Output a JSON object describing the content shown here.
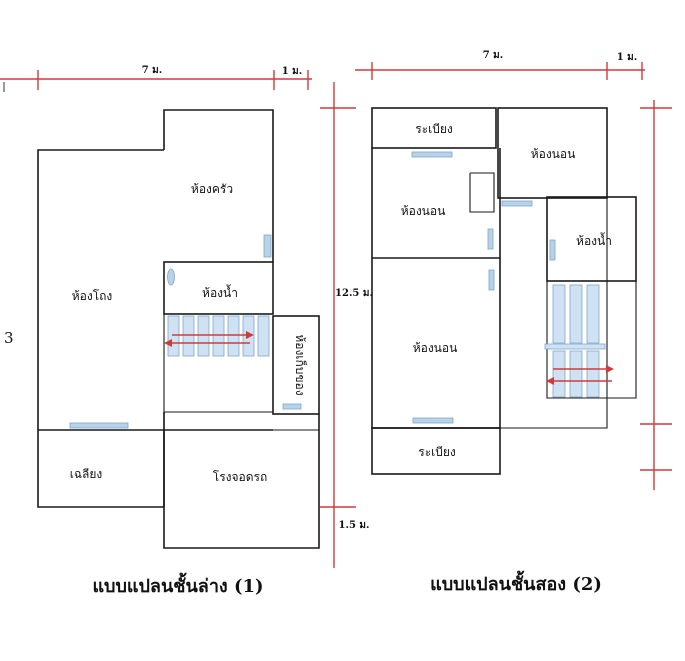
{
  "ground_floor": {
    "caption": "แบบแปลนชั้นล่าง (1)",
    "rooms": {
      "kitchen": "ห้องครัว",
      "living": "ห้องโถง",
      "bathroom": "ห้องน้ำ",
      "storage": "ห้องเก็บของ",
      "porch": "เฉลียง",
      "garage": "โรงจอดรถ"
    },
    "dims": {
      "width_main": "7 ม.",
      "width_side": "1 ม.",
      "height": "12.5 ม.",
      "extension": "1.5 ม."
    }
  },
  "upper_floor": {
    "caption": "แบบแปลนชั้นสอง (2)",
    "rooms": {
      "balcony_top": "ระเบียง",
      "bedroom_right": "ห้องนอน",
      "bedroom_left_top": "ห้องนอน",
      "bathroom": "ห้องน้ำ",
      "bedroom_left_bottom": "ห้องนอน",
      "balcony_bottom": "ระเบียง"
    },
    "dims": {
      "width_main": "7 ม.",
      "width_side": "1 ม."
    }
  },
  "edge_marks": {
    "left_number": "3"
  }
}
